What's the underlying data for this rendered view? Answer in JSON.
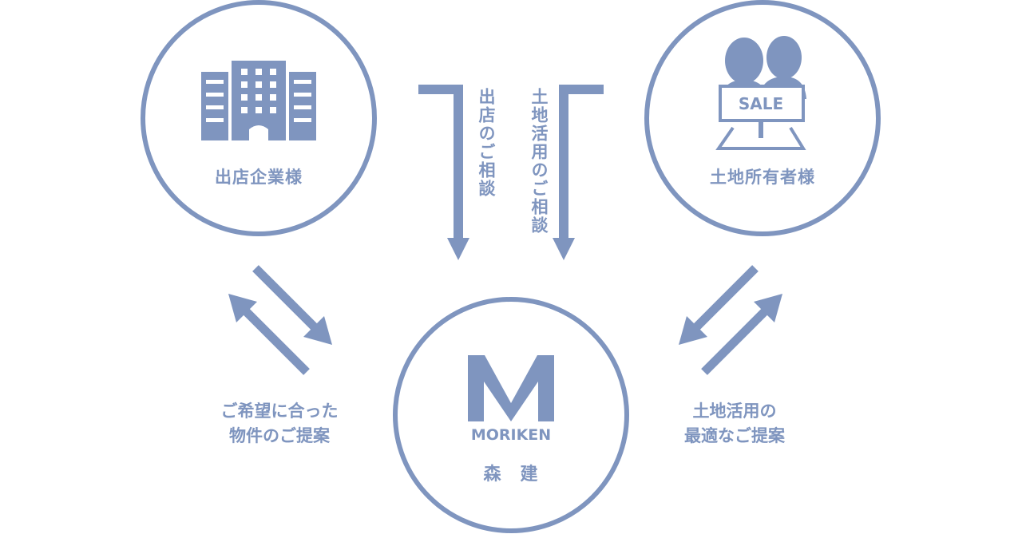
{
  "colors": {
    "accent": "#7f95bf"
  },
  "nodes": {
    "tenant": {
      "label": "出店企業様",
      "icon": "office-building-icon"
    },
    "owner": {
      "label": "土地所有者様",
      "icon": "couple-with-sale-sign-icon",
      "sign_text": "SALE"
    },
    "moriken": {
      "logo_text": "MORIKEN",
      "label": "森　建",
      "icon": "moriken-m-logo-icon"
    }
  },
  "flows": {
    "tenant_consult": "出店のご相談",
    "land_consult": "土地活用のご相談"
  },
  "proposals": {
    "tenant_line1": "ご希望に合った",
    "tenant_line2": "物件のご提案",
    "owner_line1": "土地活用の",
    "owner_line2": "最適なご提案"
  }
}
